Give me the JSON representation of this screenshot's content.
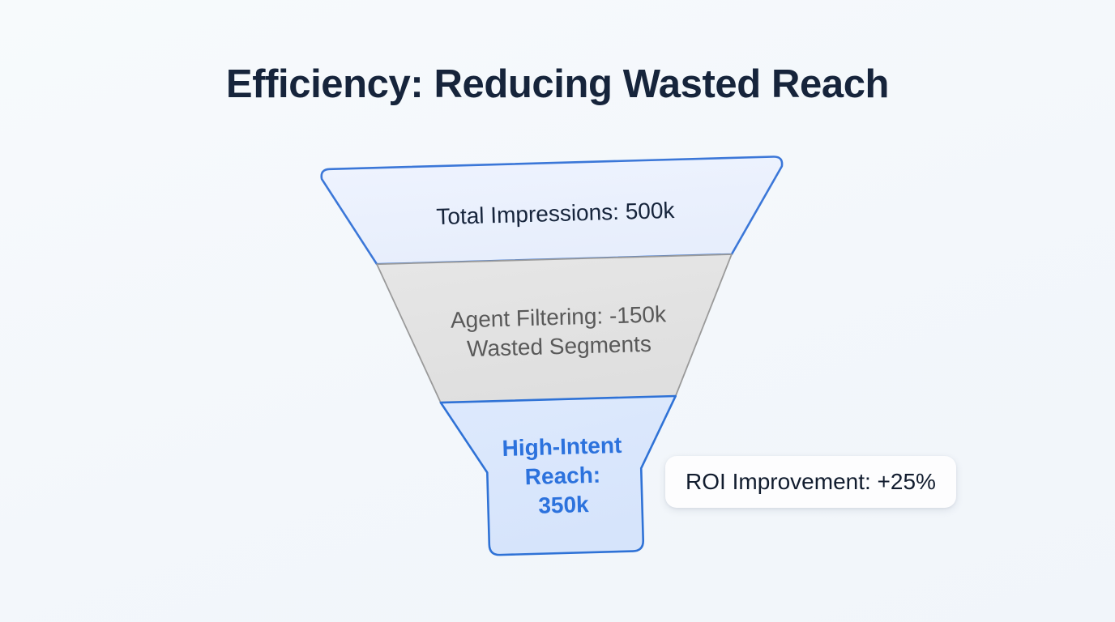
{
  "slide": {
    "title": "Efficiency: Reducing Wasted Reach",
    "background_color": "#f5f8fb",
    "title_color": "#16243b"
  },
  "chart_data": {
    "type": "funnel",
    "title": "Efficiency: Reducing Wasted Reach",
    "xlabel": "",
    "ylabel": "",
    "grid": false,
    "legend": "none",
    "categories": [
      "Total Impressions",
      "Agent Filtering",
      "High-Intent Reach"
    ],
    "values": [
      500000,
      -150000,
      350000
    ],
    "value_labels": [
      "500k",
      "-150k",
      "350k"
    ],
    "stages": [
      {
        "label": "Total Impressions: 500k",
        "value": 500000,
        "display_value": "500k",
        "fill": "#eaf1fe",
        "stroke": "#3b77d8",
        "text_color": "#16243b",
        "bold": false
      },
      {
        "label": "Agent Filtering: -150k\nWasted Segments",
        "value": -150000,
        "display_value": "-150k",
        "fill": "#e4e4e4",
        "stroke": "#9a9a9a",
        "text_color": "#595959",
        "bold": false
      },
      {
        "label": "High-Intent Reach:\n350k",
        "value": 350000,
        "display_value": "350k",
        "fill": "#dbe8fc",
        "stroke": "#2f72d6",
        "text_color": "#2c72dd",
        "bold": true
      }
    ],
    "annotations": [
      {
        "name": "roi-callout",
        "text": "ROI Improvement: +25%",
        "value": 25,
        "unit": "%"
      }
    ]
  },
  "funnel": {
    "segment_0_label": "Total Impressions: 500k",
    "segment_1_label": "Agent Filtering: -150k\nWasted Segments",
    "segment_2_label": "High-Intent Reach:\n350k"
  },
  "callout": {
    "label": "ROI Improvement: +25%"
  }
}
